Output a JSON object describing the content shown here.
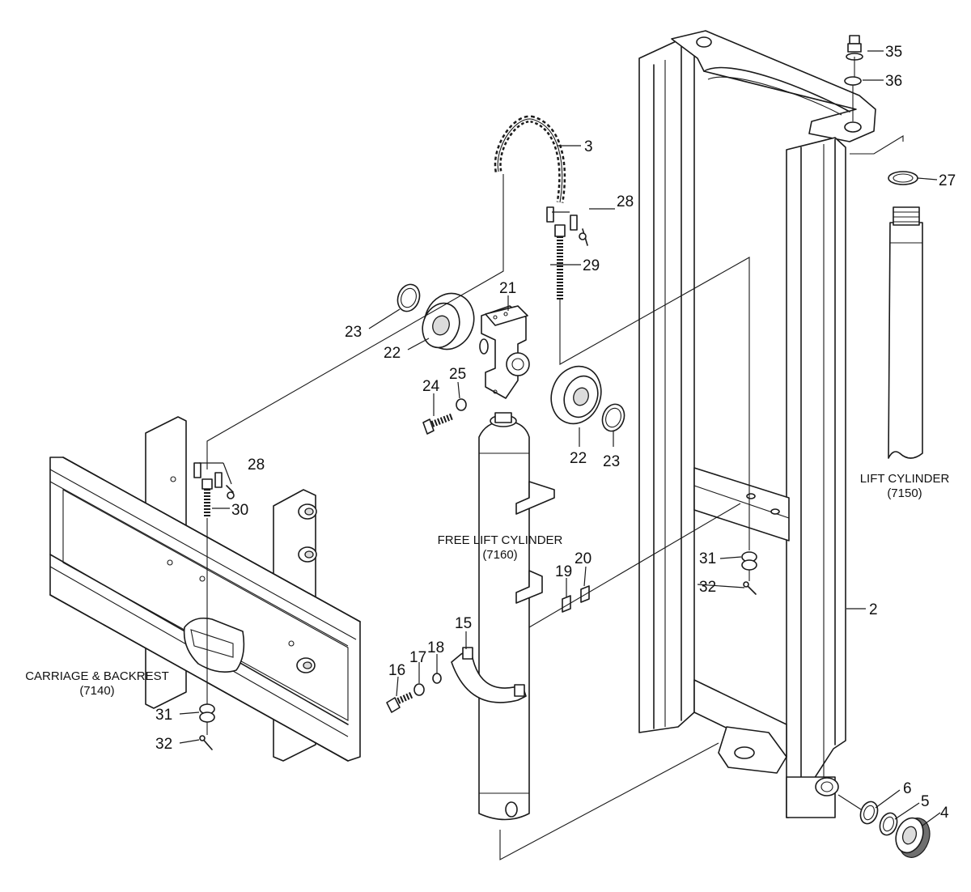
{
  "callouts": {
    "c2": "2",
    "c3": "3",
    "c4": "4",
    "c5": "5",
    "c6": "6",
    "c15": "15",
    "c16": "16",
    "c17": "17",
    "c18": "18",
    "c19": "19",
    "c20": "20",
    "c21": "21",
    "c22a": "22",
    "c22b": "22",
    "c23a": "23",
    "c23b": "23",
    "c24": "24",
    "c25": "25",
    "c27": "27",
    "c28a": "28",
    "c28b": "28",
    "c29": "29",
    "c30": "30",
    "c31a": "31",
    "c31b": "31",
    "c32a": "32",
    "c32b": "32",
    "c35": "35",
    "c36": "36"
  },
  "assemblies": {
    "lift_cylinder": {
      "name": "LIFT CYLINDER",
      "ref": "(7150)"
    },
    "free_lift_cylinder": {
      "name": "FREE LIFT CYLINDER",
      "ref": "(7160)"
    },
    "carriage_backrest": {
      "name": "CARRIAGE & BACKREST",
      "ref": "(7140)"
    }
  }
}
